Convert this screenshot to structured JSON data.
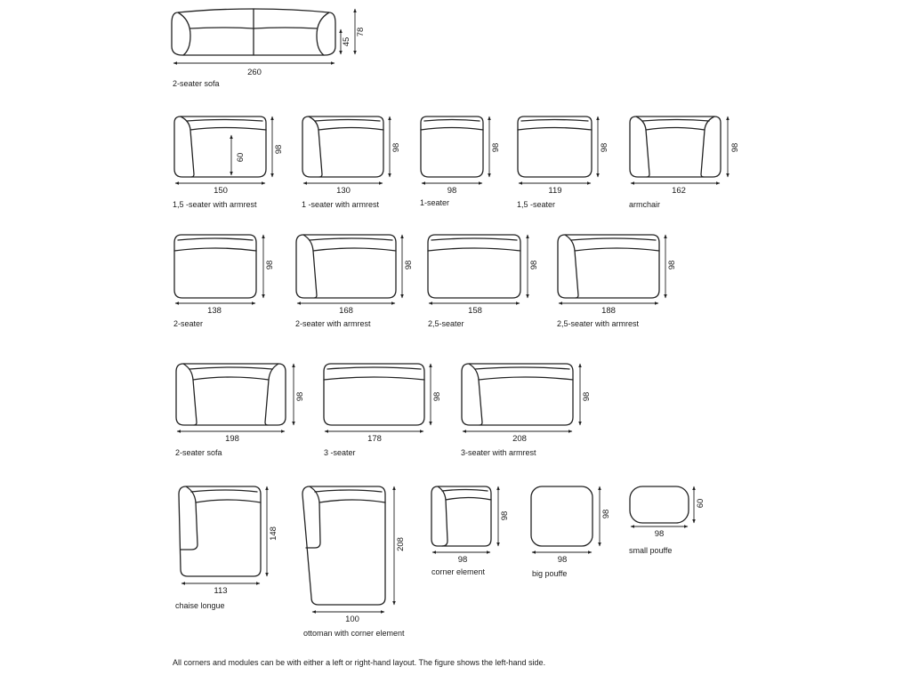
{
  "colors": {
    "line": "#222222",
    "background": "#ffffff"
  },
  "modules": [
    {
      "id": "m0",
      "caption": "2-seater sofa",
      "dims": [
        "260",
        "45",
        "78"
      ]
    },
    {
      "id": "m1",
      "caption": "1,5 -seater with armrest",
      "dims": [
        "150",
        "98",
        "60"
      ]
    },
    {
      "id": "m2",
      "caption": "1 -seater with armrest",
      "dims": [
        "130",
        "98"
      ]
    },
    {
      "id": "m3",
      "caption": "1-seater",
      "dims": [
        "98",
        "98"
      ]
    },
    {
      "id": "m4",
      "caption": "1,5 -seater",
      "dims": [
        "119",
        "98"
      ]
    },
    {
      "id": "m5",
      "caption": "armchair",
      "dims": [
        "162",
        "98"
      ]
    },
    {
      "id": "m6",
      "caption": "2-seater",
      "dims": [
        "138",
        "98"
      ]
    },
    {
      "id": "m7",
      "caption": "2-seater with armrest",
      "dims": [
        "168",
        "98"
      ]
    },
    {
      "id": "m8",
      "caption": "2,5-seater",
      "dims": [
        "158",
        "98"
      ]
    },
    {
      "id": "m9",
      "caption": "2,5-seater with armrest",
      "dims": [
        "188",
        "98"
      ]
    },
    {
      "id": "m10",
      "caption": "2-seater sofa",
      "dims": [
        "198",
        "98"
      ]
    },
    {
      "id": "m11",
      "caption": "3 -seater",
      "dims": [
        "178",
        "98"
      ]
    },
    {
      "id": "m12",
      "caption": "3-seater with armrest",
      "dims": [
        "208",
        "98"
      ]
    },
    {
      "id": "m13",
      "caption": "chaise longue",
      "dims": [
        "113",
        "148"
      ]
    },
    {
      "id": "m14",
      "caption": "ottoman with corner element",
      "dims": [
        "100",
        "208"
      ]
    },
    {
      "id": "m15",
      "caption": "corner element",
      "dims": [
        "98",
        "98"
      ]
    },
    {
      "id": "m16",
      "caption": "big pouffe",
      "dims": [
        "98",
        "98"
      ]
    },
    {
      "id": "m17",
      "caption": "small pouffe",
      "dims": [
        "98",
        "60"
      ]
    }
  ],
  "footnote": "All corners and modules can be with either a left or right-hand layout. The figure shows the left-hand side."
}
